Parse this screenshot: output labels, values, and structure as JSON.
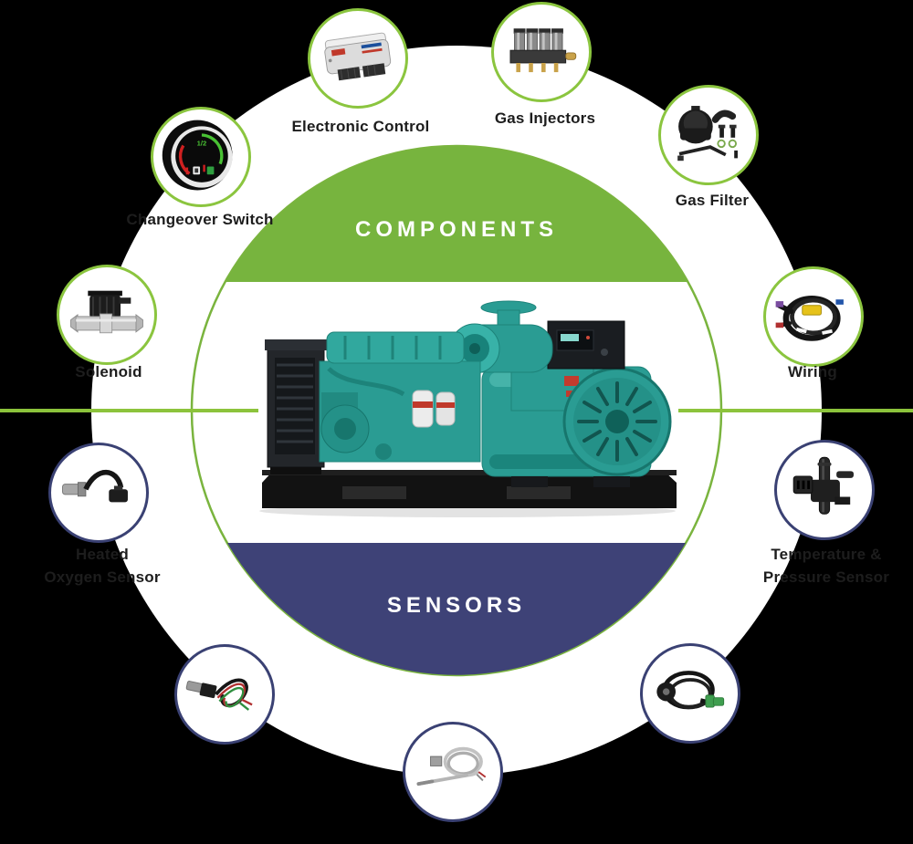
{
  "banner": {
    "components": "COMPONENTS",
    "sensors": "SENSORS"
  },
  "colors": {
    "components_band": "#77b43e",
    "sensors_band": "#3e4277",
    "component_ring": "#8bc53f",
    "sensor_ring": "#3a4173",
    "divider_line": "#8cc33c",
    "label_text": "#1d1d1d",
    "banner_text": "#ffffff"
  },
  "items": [
    {
      "id": "electronic-control",
      "label": "Electronic Control",
      "category": "component",
      "icon": "ecu-icon"
    },
    {
      "id": "gas-injectors",
      "label": "Gas Injectors",
      "category": "component",
      "icon": "gas-injectors-icon"
    },
    {
      "id": "changeover-switch",
      "label": "Changeover Switch",
      "category": "component",
      "icon": "changeover-switch-icon",
      "dial_marking": "1/2"
    },
    {
      "id": "gas-filter",
      "label": "Gas Filter",
      "category": "component",
      "icon": "gas-filter-icon"
    },
    {
      "id": "solenoid",
      "label": "Solenoid",
      "category": "component",
      "icon": "solenoid-valve-icon"
    },
    {
      "id": "wiring",
      "label": "Wiring",
      "category": "component",
      "icon": "wiring-harness-icon"
    },
    {
      "id": "heated-oxygen-sensor",
      "label": "Heated",
      "label2": "Oxygen Sensor",
      "category": "sensor",
      "icon": "oxygen-sensor-icon"
    },
    {
      "id": "temperature-pressure-sensor",
      "label": "Temperature &",
      "label2": "Pressure Sensor",
      "category": "sensor",
      "icon": "map-sensor-icon"
    },
    {
      "id": "temp-probe-sensor",
      "label": "",
      "category": "sensor",
      "icon": "wired-probe-sensor-icon"
    },
    {
      "id": "thermocouple",
      "label": "",
      "category": "sensor",
      "icon": "thermocouple-probe-icon"
    },
    {
      "id": "knock-sensor",
      "label": "",
      "category": "sensor",
      "icon": "knock-sensor-icon"
    }
  ]
}
